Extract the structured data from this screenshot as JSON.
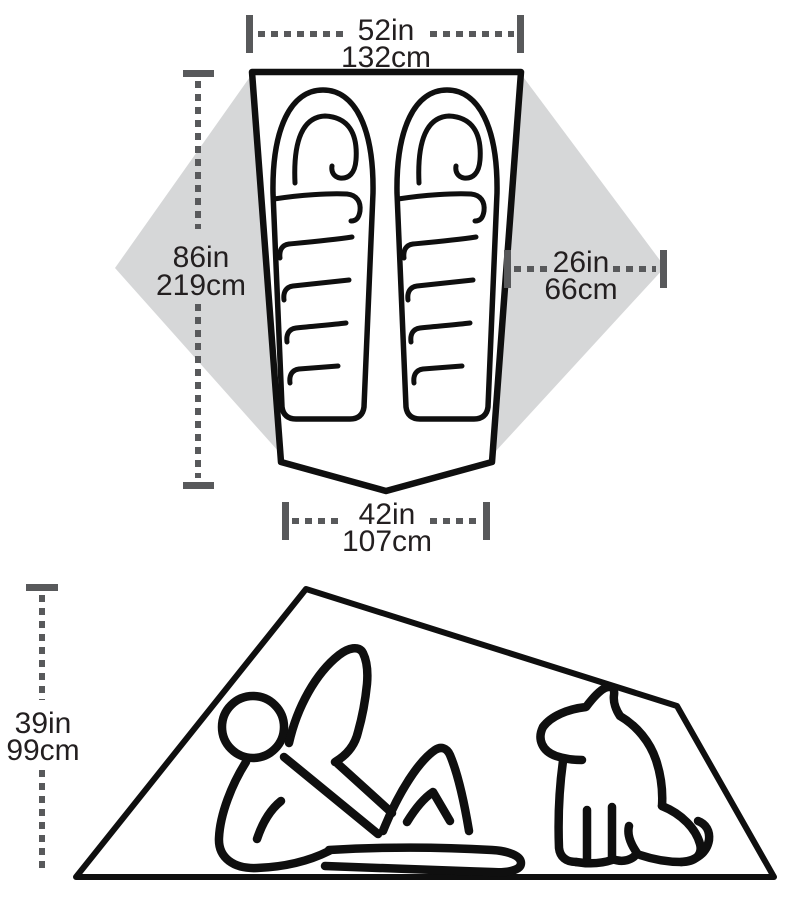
{
  "floor_plan": {
    "head_width_in": "52in",
    "head_width_cm": "132cm",
    "length_in": "86in",
    "length_cm": "219cm",
    "vestibule_depth_in": "26in",
    "vestibule_depth_cm": "66cm",
    "foot_width_in": "42in",
    "foot_width_cm": "107cm"
  },
  "side_profile": {
    "peak_height_in": "39in",
    "peak_height_cm": "99cm"
  },
  "colors": {
    "outline": "#0f0f0f",
    "vestibule_fill": "#d6d7d8",
    "dimension_color": "#58595b",
    "label_color": "#231f20"
  }
}
